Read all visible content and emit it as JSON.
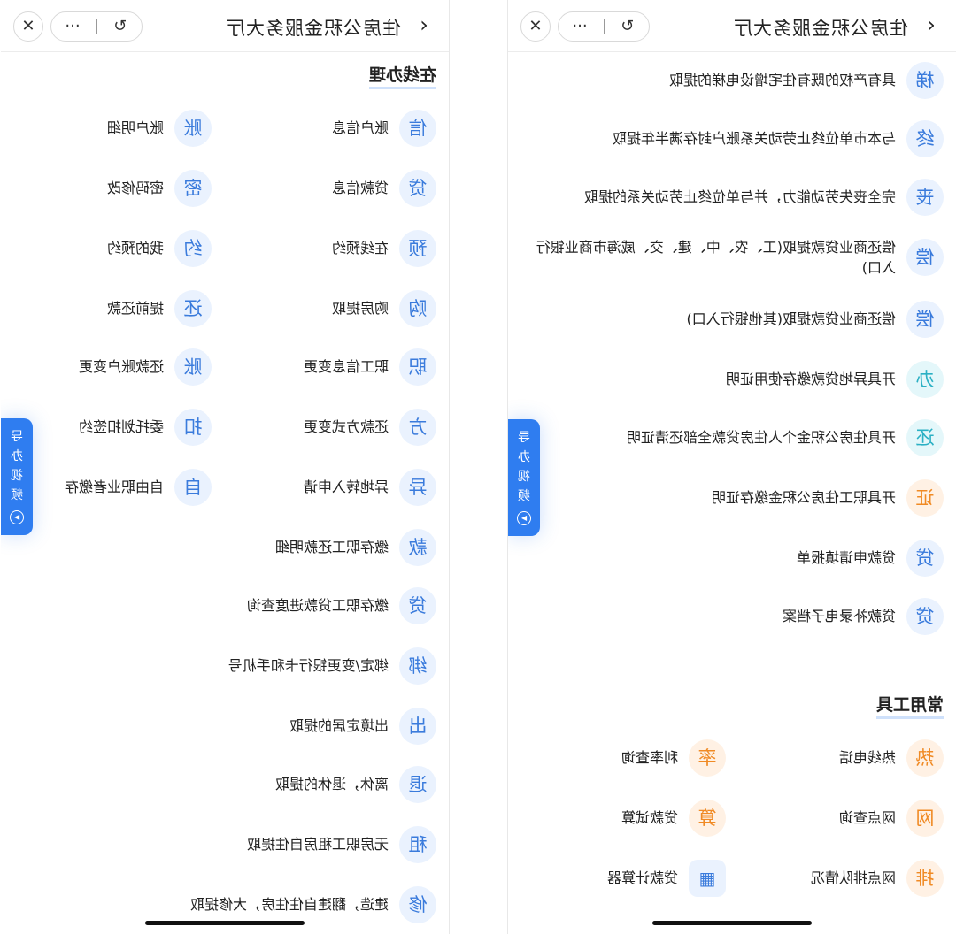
{
  "nav": {
    "title": "住房公积金服务大厅",
    "back_icon": "back-chevron-icon",
    "more_label": "···",
    "close_label": "✕"
  },
  "panel_a": {
    "items": [
      {
        "icon_char": "梯",
        "label": "具有产权的既有住宅增设电梯的提取",
        "style": "blue"
      },
      {
        "icon_char": "终",
        "label": "与本市单位终止劳动关系账户封存满半年提取",
        "style": "blue"
      },
      {
        "icon_char": "丧",
        "label": "完全丧失劳动能力，并与单位终止劳动关系的提取",
        "style": "blue"
      },
      {
        "icon_char": "偿",
        "label": "偿还商业贷款提取(工、农、中、建、交、威海市商业银行入口)",
        "style": "blue"
      },
      {
        "icon_char": "偿",
        "label": "偿还商业贷款提取(其他银行入口)",
        "style": "blue"
      },
      {
        "icon_char": "办",
        "label": "开具异地贷款缴存使用证明",
        "style": "cyan"
      },
      {
        "icon_char": "还",
        "label": "开具住房公积金个人住房贷款全部还清证明",
        "style": "cyan"
      },
      {
        "icon_char": "证",
        "label": "开具职工住房公积金缴存证明",
        "style": "orange"
      },
      {
        "icon_char": "贷",
        "label": "贷款申请填报单",
        "style": "blue"
      },
      {
        "icon_char": "贷",
        "label": "贷款补录电子档案",
        "style": "blue"
      }
    ],
    "tools_title": "常用工具",
    "tools": [
      {
        "icon_char": "热",
        "label": "热线电话",
        "style": "orange"
      },
      {
        "icon_char": "率",
        "label": "利率查询",
        "style": "orange"
      },
      {
        "icon_char": "网",
        "label": "网点查询",
        "style": "orange"
      },
      {
        "icon_char": "算",
        "label": "贷款试算",
        "style": "orange"
      },
      {
        "icon_char": "排",
        "label": "网点排队情况",
        "style": "orange"
      },
      {
        "icon_char": "▦",
        "label": "贷款计算器",
        "style": "calc"
      }
    ],
    "guide_text": "导办视频"
  },
  "panel_b": {
    "section_title": "在线办理",
    "grid": [
      {
        "icon_char": "信",
        "label": "账户信息"
      },
      {
        "icon_char": "账",
        "label": "账户明细"
      },
      {
        "icon_char": "贷",
        "label": "贷款信息"
      },
      {
        "icon_char": "密",
        "label": "密码修改"
      },
      {
        "icon_char": "预",
        "label": "在线预约"
      },
      {
        "icon_char": "约",
        "label": "我的预约"
      },
      {
        "icon_char": "购",
        "label": "购房提取"
      },
      {
        "icon_char": "还",
        "label": "提前还款"
      },
      {
        "icon_char": "职",
        "label": "职工信息变更"
      },
      {
        "icon_char": "账",
        "label": "还款账户变更"
      },
      {
        "icon_char": "方",
        "label": "还款方式变更"
      },
      {
        "icon_char": "扣",
        "label": "委托划扣签约"
      },
      {
        "icon_char": "异",
        "label": "异地转入申请"
      },
      {
        "icon_char": "自",
        "label": "自由职业者缴存"
      }
    ],
    "items": [
      {
        "icon_char": "款",
        "label": "缴存职工还款明细"
      },
      {
        "icon_char": "贷",
        "label": "缴存职工贷款进度查询"
      },
      {
        "icon_char": "绑",
        "label": "绑定/变更银行卡和手机号"
      },
      {
        "icon_char": "出",
        "label": "出境定居的提取"
      },
      {
        "icon_char": "退",
        "label": "离休，退休的提取"
      },
      {
        "icon_char": "租",
        "label": "无房职工租房自住提取"
      },
      {
        "icon_char": "修",
        "label": "建造，翻建自住住房，大修提取"
      }
    ],
    "guide_text": "导办视频"
  }
}
